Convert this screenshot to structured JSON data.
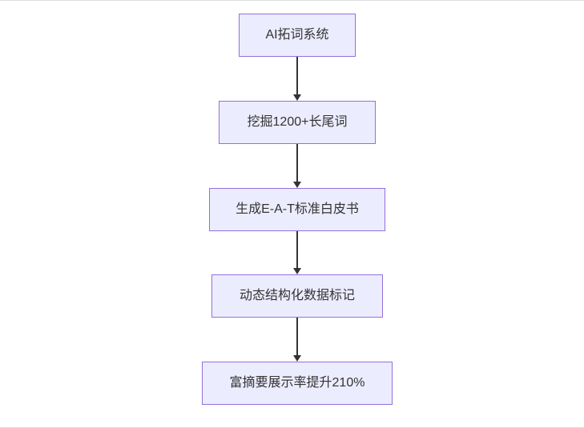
{
  "diagram": {
    "type": "flowchart",
    "direction": "top-down",
    "nodes": [
      {
        "label": "AI拓词系统"
      },
      {
        "label": "挖掘1200+长尾词"
      },
      {
        "label": "生成E-A-T标准白皮书"
      },
      {
        "label": "动态结构化数据标记"
      },
      {
        "label": "富摘要展示率提升210%"
      }
    ],
    "edges": [
      {
        "from": 0,
        "to": 1
      },
      {
        "from": 1,
        "to": 2
      },
      {
        "from": 2,
        "to": 3
      },
      {
        "from": 3,
        "to": 4
      }
    ],
    "colors": {
      "node_fill": "#ececff",
      "node_border": "#9370db",
      "arrow": "#333333",
      "text": "#333333",
      "background": "#ffffff"
    }
  }
}
